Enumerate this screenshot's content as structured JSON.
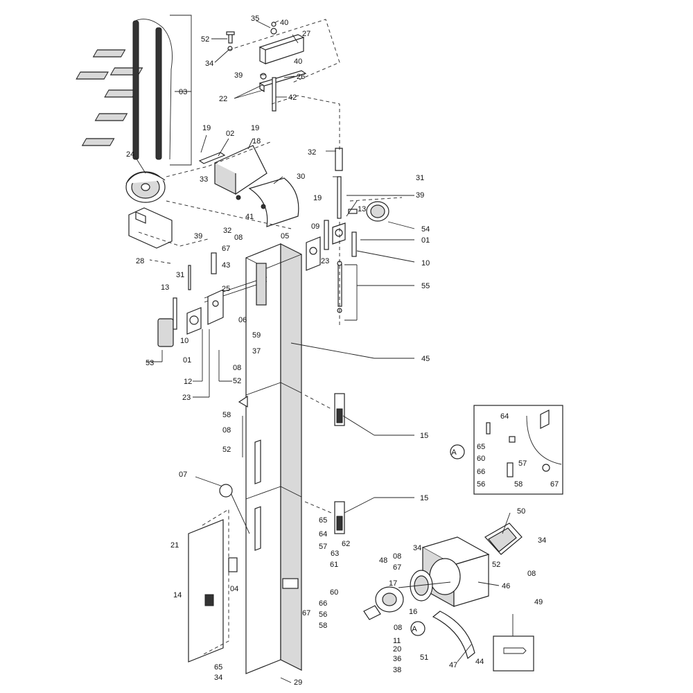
{
  "labels": [
    {
      "id": "l35",
      "text": "35"
    },
    {
      "id": "l40a",
      "text": "40"
    },
    {
      "id": "l52a",
      "text": "52"
    },
    {
      "id": "l27",
      "text": "27"
    },
    {
      "id": "l34a",
      "text": "34"
    },
    {
      "id": "l40b",
      "text": "40"
    },
    {
      "id": "l39a",
      "text": "39"
    },
    {
      "id": "l26",
      "text": "26"
    },
    {
      "id": "l22",
      "text": "22"
    },
    {
      "id": "l42",
      "text": "42"
    },
    {
      "id": "l03",
      "text": "03"
    },
    {
      "id": "l19a",
      "text": "19"
    },
    {
      "id": "l02",
      "text": "02"
    },
    {
      "id": "l19b",
      "text": "19"
    },
    {
      "id": "l18",
      "text": "18"
    },
    {
      "id": "l24",
      "text": "24"
    },
    {
      "id": "l32a",
      "text": "32"
    },
    {
      "id": "l33",
      "text": "33"
    },
    {
      "id": "l30",
      "text": "30"
    },
    {
      "id": "l31a",
      "text": "31"
    },
    {
      "id": "l39b",
      "text": "39"
    },
    {
      "id": "l19c",
      "text": "19"
    },
    {
      "id": "l13a",
      "text": "13"
    },
    {
      "id": "l54",
      "text": "54"
    },
    {
      "id": "l41",
      "text": "41"
    },
    {
      "id": "l09",
      "text": "09"
    },
    {
      "id": "l05",
      "text": "05"
    },
    {
      "id": "l01a",
      "text": "01"
    },
    {
      "id": "l28",
      "text": "28"
    },
    {
      "id": "l39c",
      "text": "39"
    },
    {
      "id": "l32b",
      "text": "32"
    },
    {
      "id": "l08a",
      "text": "08"
    },
    {
      "id": "l67a",
      "text": "67"
    },
    {
      "id": "l43",
      "text": "43"
    },
    {
      "id": "l23a",
      "text": "23"
    },
    {
      "id": "l10a",
      "text": "10"
    },
    {
      "id": "l31b",
      "text": "31"
    },
    {
      "id": "l55",
      "text": "55"
    },
    {
      "id": "l13b",
      "text": "13"
    },
    {
      "id": "l25",
      "text": "25"
    },
    {
      "id": "l06",
      "text": "06"
    },
    {
      "id": "l59",
      "text": "59"
    },
    {
      "id": "l10b",
      "text": "10"
    },
    {
      "id": "l37",
      "text": "37"
    },
    {
      "id": "l53",
      "text": "53"
    },
    {
      "id": "l01b",
      "text": "01"
    },
    {
      "id": "l08b",
      "text": "08"
    },
    {
      "id": "l45",
      "text": "45"
    },
    {
      "id": "l12",
      "text": "12"
    },
    {
      "id": "l52b",
      "text": "52"
    },
    {
      "id": "l23b",
      "text": "23"
    },
    {
      "id": "l58a",
      "text": "58"
    },
    {
      "id": "l08c",
      "text": "08"
    },
    {
      "id": "l52c",
      "text": "52"
    },
    {
      "id": "l15a",
      "text": "15"
    },
    {
      "id": "l64a",
      "text": "64"
    },
    {
      "id": "l65a",
      "text": "65"
    },
    {
      "id": "lA1",
      "text": "A"
    },
    {
      "id": "l60a",
      "text": "60"
    },
    {
      "id": "l57a",
      "text": "57"
    },
    {
      "id": "l66a",
      "text": "66"
    },
    {
      "id": "l56a",
      "text": "56"
    },
    {
      "id": "l58b",
      "text": "58"
    },
    {
      "id": "l67b",
      "text": "67"
    },
    {
      "id": "l07",
      "text": "07"
    },
    {
      "id": "l15b",
      "text": "15"
    },
    {
      "id": "l50",
      "text": "50"
    },
    {
      "id": "l21",
      "text": "21"
    },
    {
      "id": "l65b",
      "text": "65"
    },
    {
      "id": "l64b",
      "text": "64"
    },
    {
      "id": "l57b",
      "text": "57"
    },
    {
      "id": "l62",
      "text": "62"
    },
    {
      "id": "l48",
      "text": "48"
    },
    {
      "id": "l34b",
      "text": "34"
    },
    {
      "id": "l08d",
      "text": "08"
    },
    {
      "id": "l67c",
      "text": "67"
    },
    {
      "id": "l34c",
      "text": "34"
    },
    {
      "id": "l63",
      "text": "63"
    },
    {
      "id": "l61",
      "text": "61"
    },
    {
      "id": "l52d",
      "text": "52"
    },
    {
      "id": "l08e",
      "text": "08"
    },
    {
      "id": "l04",
      "text": "04"
    },
    {
      "id": "l60b",
      "text": "60"
    },
    {
      "id": "l17",
      "text": "17"
    },
    {
      "id": "l46",
      "text": "46"
    },
    {
      "id": "l14",
      "text": "14"
    },
    {
      "id": "l67d",
      "text": "67"
    },
    {
      "id": "l66b",
      "text": "66"
    },
    {
      "id": "l56b",
      "text": "56"
    },
    {
      "id": "l16",
      "text": "16"
    },
    {
      "id": "l58c",
      "text": "58"
    },
    {
      "id": "l49",
      "text": "49"
    },
    {
      "id": "l08f",
      "text": "08"
    },
    {
      "id": "lA2",
      "text": "A"
    },
    {
      "id": "l11",
      "text": "11"
    },
    {
      "id": "l20",
      "text": "20"
    },
    {
      "id": "l36",
      "text": "36"
    },
    {
      "id": "l65c",
      "text": "65"
    },
    {
      "id": "l34d",
      "text": "34"
    },
    {
      "id": "l38",
      "text": "38"
    },
    {
      "id": "l51",
      "text": "51"
    },
    {
      "id": "l44",
      "text": "44"
    },
    {
      "id": "l47",
      "text": "47"
    },
    {
      "id": "l29",
      "text": "29"
    }
  ]
}
